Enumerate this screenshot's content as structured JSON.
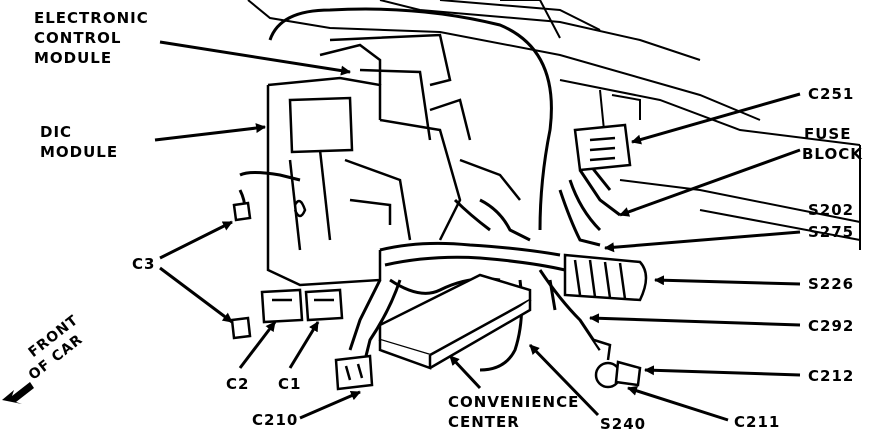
{
  "labels": {
    "ecm": [
      "ELECTRONIC",
      "CONTROL",
      "MODULE"
    ],
    "dic": [
      "DIC",
      "MODULE"
    ],
    "c3": "C3",
    "c2": "C2",
    "c1": "C1",
    "c210": "C210",
    "convenience": [
      "CONVENIENCE",
      "CENTER"
    ],
    "s240": "S240",
    "c211": "C211",
    "c212": "C212",
    "c292": "C292",
    "s226": "S226",
    "s202": "S202",
    "s275": "S275",
    "fuse": [
      "FUSE",
      "BLOCK"
    ],
    "c251": "C251",
    "front": [
      "FRONT",
      "OF CAR"
    ]
  }
}
